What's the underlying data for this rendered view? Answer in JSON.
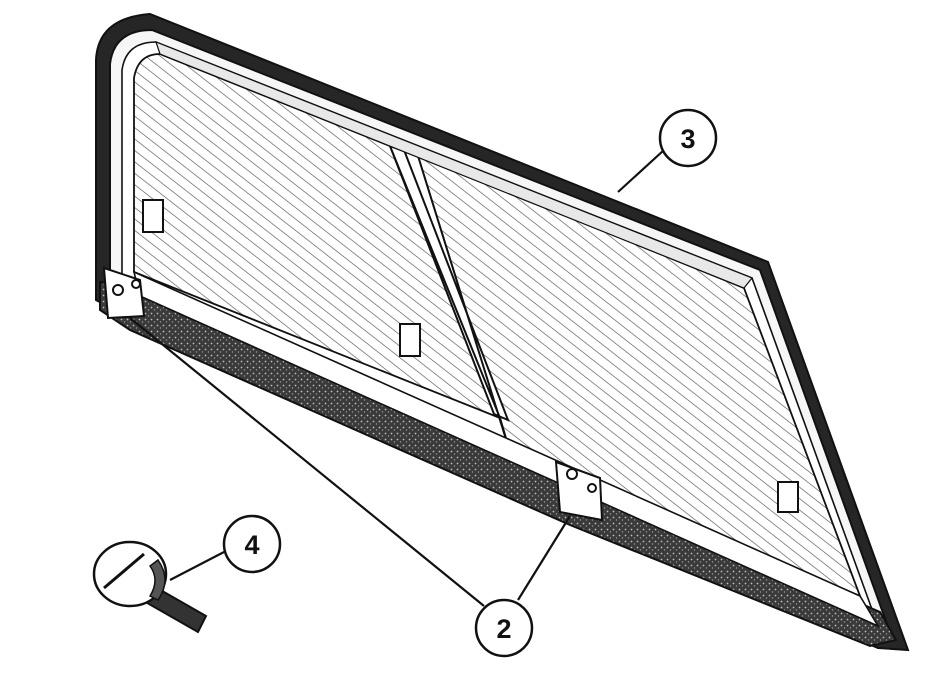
{
  "diagram": {
    "subject": "window-frame-assembly-exploded-view",
    "colors": {
      "ink": "#111111",
      "paper": "#ffffff",
      "seal": "#2a2a2a",
      "glass_hatch": "#6a6a6a"
    },
    "callouts": [
      {
        "id": "callout-2",
        "label": "2"
      },
      {
        "id": "callout-3",
        "label": "3"
      },
      {
        "id": "callout-4",
        "label": "4"
      }
    ]
  }
}
